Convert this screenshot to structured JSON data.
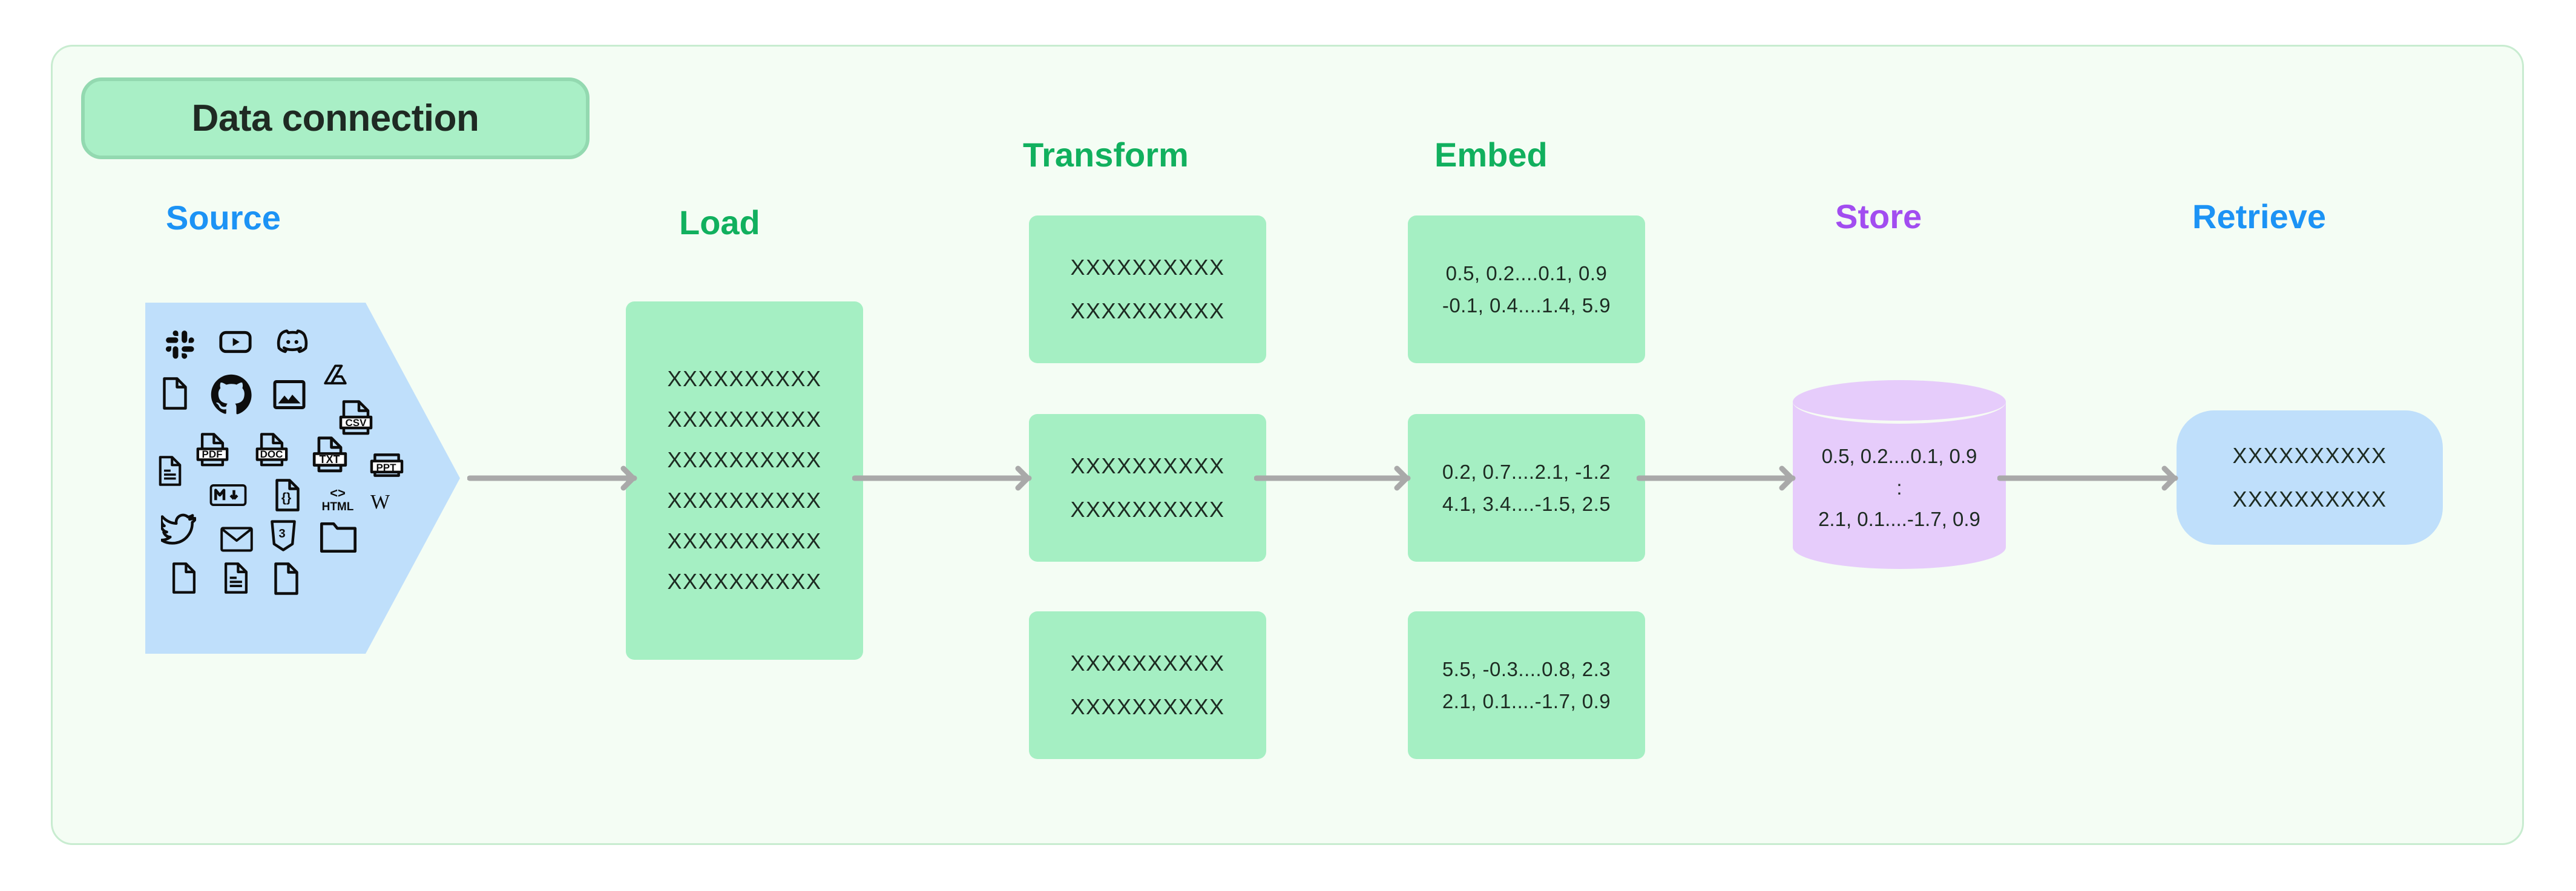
{
  "title": {
    "text": "Data connection"
  },
  "colors": {
    "frame_bg": "#f4fdf4",
    "frame_border": "#c8ecd0",
    "title_pill_bg": "#a9efc6",
    "title_pill_border": "#93d9b0",
    "green_box": "#a5efc3",
    "blue_box": "#bfdffb",
    "purple_cylinder": "#e6ccfb",
    "arrow_gray": "#a9a9a9",
    "label_blue": "#1c93f5",
    "label_green": "#11b05e",
    "label_purple": "#a24df0"
  },
  "stages": [
    {
      "id": "source",
      "label": "Source",
      "color": "#1c93f5"
    },
    {
      "id": "load",
      "label": "Load",
      "color": "#11b05e"
    },
    {
      "id": "transform",
      "label": "Transform",
      "color": "#11b05e"
    },
    {
      "id": "embed",
      "label": "Embed",
      "color": "#11b05e"
    },
    {
      "id": "store",
      "label": "Store",
      "color": "#a24df0"
    },
    {
      "id": "retrieve",
      "label": "Retrieve",
      "color": "#1c93f5"
    }
  ],
  "source": {
    "icons": [
      "slack-icon",
      "youtube-icon",
      "discord-icon",
      "file-blank-icon",
      "github-icon",
      "image-icon",
      "google-drive-icon",
      "csv-file-icon",
      "document-lines-icon",
      "pdf-file-icon",
      "doc-file-icon",
      "txt-file-icon",
      "ppt-file-icon",
      "markdown-icon",
      "json-file-icon",
      "html-icon",
      "wikipedia-icon",
      "twitter-icon",
      "email-icon",
      "css3-icon",
      "folder-icon",
      "file-blank-icon-2",
      "document-lines-icon-2",
      "file-blank-icon-3"
    ],
    "icon_texts": {
      "csv": "CSV",
      "pdf": "PDF",
      "doc": "DOC",
      "txt": "TXT",
      "ppt": "PPT",
      "markdown": "M",
      "html_tag": "<>",
      "html_label": "HTML",
      "wikipedia": "W",
      "json_braces": "{}",
      "css3": "3"
    }
  },
  "load_box": {
    "lines": [
      "XXXXXXXXXX",
      "XXXXXXXXXX",
      "XXXXXXXXXX",
      "XXXXXXXXXX",
      "XXXXXXXXXX",
      "XXXXXXXXXX"
    ]
  },
  "transform_boxes": [
    {
      "lines": [
        "XXXXXXXXXX",
        "XXXXXXXXXX"
      ]
    },
    {
      "lines": [
        "XXXXXXXXXX",
        "XXXXXXXXXX"
      ]
    },
    {
      "lines": [
        "XXXXXXXXXX",
        "XXXXXXXXXX"
      ]
    }
  ],
  "embed_boxes": [
    {
      "lines": [
        "0.5, 0.2....0.1, 0.9",
        "-0.1, 0.4....1.4, 5.9"
      ]
    },
    {
      "lines": [
        "0.2, 0.7....2.1, -1.2",
        "4.1, 3.4....-1.5, 2.5"
      ]
    },
    {
      "lines": [
        "5.5, -0.3....0.8, 2.3",
        "2.1, 0.1....-1.7, 0.9"
      ]
    }
  ],
  "store_cylinder": {
    "lines": [
      "0.5, 0.2....0.1, 0.9",
      ":",
      "2.1, 0.1....-1.7, 0.9"
    ]
  },
  "retrieve_box": {
    "lines": [
      "XXXXXXXXXX",
      "XXXXXXXXXX"
    ]
  },
  "arrows": [
    {
      "id": "source-to-load",
      "direction": "right"
    },
    {
      "id": "load-to-transform",
      "direction": "right"
    },
    {
      "id": "transform-to-embed",
      "direction": "right"
    },
    {
      "id": "embed-to-store",
      "direction": "right"
    },
    {
      "id": "store-to-retrieve",
      "direction": "right"
    }
  ]
}
